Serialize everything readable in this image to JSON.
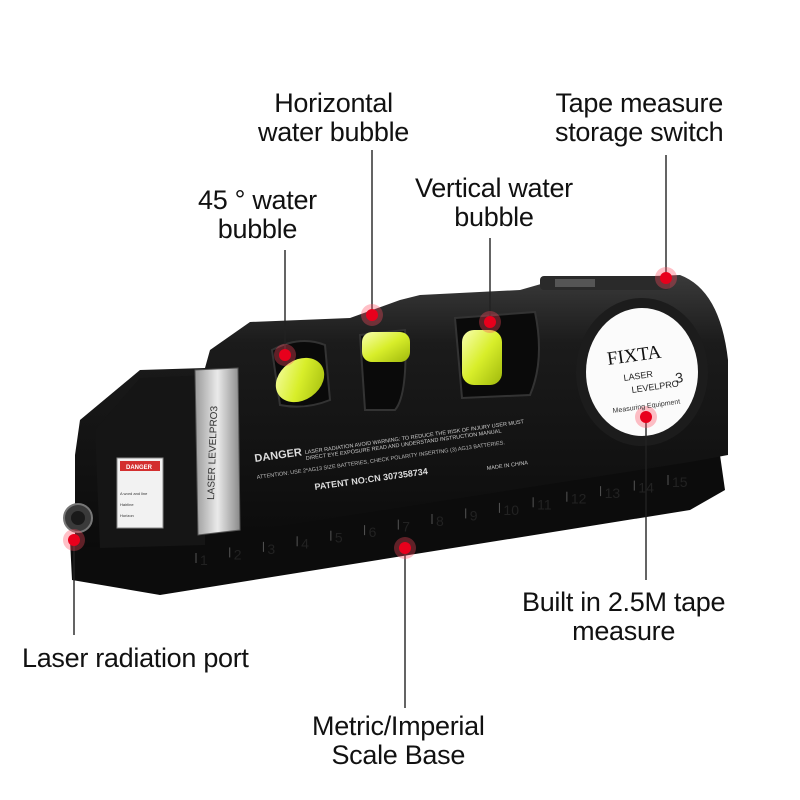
{
  "callouts": {
    "horizontal_bubble": [
      "Horizontal",
      "water bubble"
    ],
    "tape_switch": [
      "Tape measure",
      "storage switch"
    ],
    "bubble_45": [
      "45 °  water",
      "bubble"
    ],
    "vertical_bubble": [
      "Vertical water",
      "bubble"
    ],
    "tape_measure": [
      "Built in 2.5M tape",
      "measure"
    ],
    "laser_port": [
      "Laser radiation port"
    ],
    "scale_base": [
      "Metric/Imperial",
      "Scale Base"
    ]
  },
  "device": {
    "brand": "FIXTA",
    "model_line1": "LASER",
    "model_line2": "LEVELPRO",
    "model_num": "3",
    "measuring": "Measuring Equipment",
    "side_label": "LASER LEVELPRO3",
    "danger": "DANGER",
    "warning_1": "LASER RADIATION AVOID  WARNING: TO REDUCE THE RISK OF INJURY USER MUST",
    "warning_2": "DIRECT EYE EXPOSURE          READ AND UNDERSTAND INSTRUCTION MANUAL",
    "attention": "ATTENTION: USE 2*AG13 SIZE BATTERIES, CHECK POLARITY INSERTING (3) AG13 BATTERIES.",
    "patent": "PATENT NO:CN 307358734",
    "made_in": "MADE IN CHINA",
    "sticker_danger": "DANGER",
    "sticker_l1": "A word and line",
    "sticker_l2": "Hairline",
    "sticker_l3": "Horizon",
    "ruler_ticks": [
      "1",
      "2",
      "3",
      "4",
      "5",
      "6",
      "7",
      "8",
      "9",
      "10",
      "11",
      "12",
      "13",
      "14",
      "15"
    ]
  },
  "colors": {
    "accent_red": "#e8001c",
    "bubble_yellow": "#d8ee2a",
    "body_black": "#141414"
  }
}
